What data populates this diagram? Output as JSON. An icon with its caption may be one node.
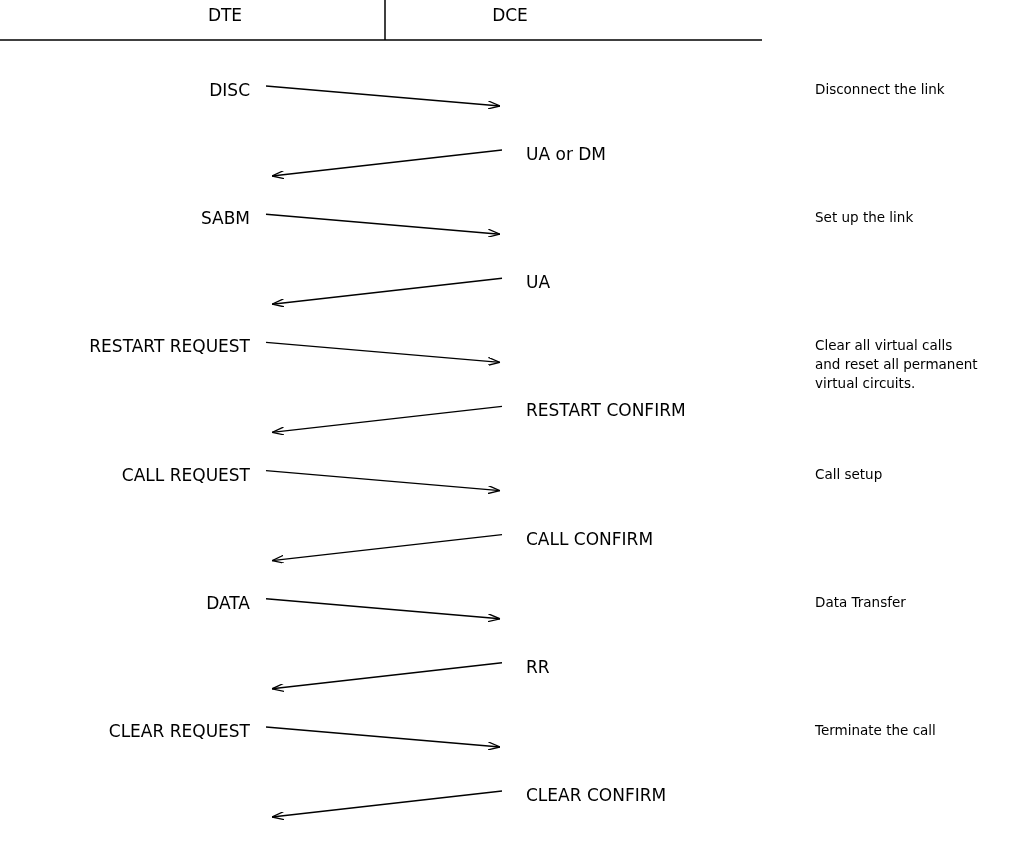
{
  "diagram": {
    "nodes": [
      {
        "text": [
          "DISC"
        ]
      },
      {
        "text": [
          "UA or DM"
        ]
      },
      {
        "text": [
          "SABM"
        ]
      },
      {
        "text": [
          "UA"
        ]
      },
      {
        "text": [
          "RESTART REQUEST"
        ]
      },
      {
        "text": [
          "RESTART CONFIRM"
        ]
      },
      {
        "text": [
          "CALL REQUEST"
        ]
      },
      {
        "text": [
          "CALL CONFIRM"
        ]
      },
      {
        "text": [
          "DATA"
        ]
      },
      {
        "text": [
          "RR"
        ]
      },
      {
        "text": [
          "CLEAR REQUEST"
        ]
      },
      {
        "text": [
          "CLEAR CONFIRM"
        ]
      }
    ],
    "edges": [
      {
        "from": 0,
        "to": null,
        "arrow": "to"
      },
      {
        "from": 1,
        "to": null,
        "arrow": "to"
      },
      {
        "from": 2,
        "to": null,
        "arrow": "to"
      },
      {
        "from": 3,
        "to": null,
        "arrow": "to"
      },
      {
        "from": 4,
        "to": null,
        "arrow": "to"
      },
      {
        "from": 5,
        "to": null,
        "arrow": "to"
      },
      {
        "from": 6,
        "to": null,
        "arrow": "to"
      },
      {
        "from": 7,
        "to": null,
        "arrow": "to"
      },
      {
        "from": 8,
        "to": null,
        "arrow": "to"
      },
      {
        "from": 9,
        "to": null,
        "arrow": "to"
      },
      {
        "from": 10,
        "to": null,
        "arrow": "to"
      },
      {
        "from": 11,
        "to": null,
        "arrow": "to"
      }
    ],
    "labels": [
      "DTE",
      "DCE",
      "Disconnect the link",
      "Set up the link",
      "Clear all virtual calls and reset all permanent virtual circuits.",
      "Call setup",
      "Data Transfer",
      "Terminate the call"
    ]
  }
}
